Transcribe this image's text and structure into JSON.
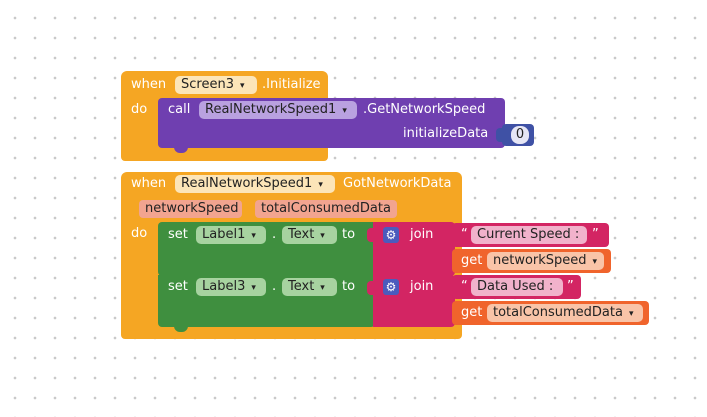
{
  "block1": {
    "when": "when",
    "component": "Screen3",
    "event": ".Initialize",
    "do": "do",
    "call": "call",
    "callComponent": "RealNetworkSpeed1",
    "method": ".GetNetworkSpeed",
    "argName": "initializeData",
    "argValue": "0"
  },
  "block2": {
    "when": "when",
    "component": "RealNetworkSpeed1",
    "event": "GotNetworkData",
    "params": [
      "networkSpeed",
      "totalConsumedData"
    ],
    "do": "do",
    "set1": {
      "set": "set",
      "component": "Label1",
      "dot": ".",
      "property": "Text",
      "to": "to",
      "join": "join",
      "textOpen": "“",
      "text": "Current Speed :",
      "textClose": "”",
      "get": "get",
      "var": "networkSpeed"
    },
    "set2": {
      "set": "set",
      "component": "Label3",
      "dot": ".",
      "property": "Text",
      "to": "to",
      "join": "join",
      "textOpen": "“",
      "text": "Data Used :",
      "textClose": "”",
      "get": "get",
      "var": "totalConsumedData"
    }
  },
  "icons": {
    "dropdown": "▾",
    "gear": "⚙"
  },
  "colors": {
    "event": "#f5a623",
    "procedure": "#6f3fb0",
    "setter": "#3f8f3f",
    "text": "#d32563",
    "variable": "#f0642c",
    "math": "#3f51a5"
  }
}
